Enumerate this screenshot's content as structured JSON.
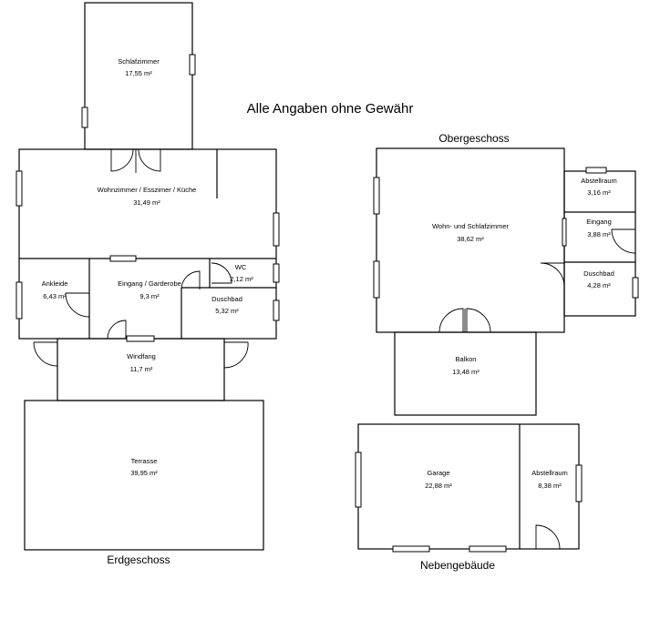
{
  "disclaimer": "Alle Angaben ohne Gewähr",
  "floors": {
    "ground": "Erdgeschoss",
    "upper": "Obergeschoss",
    "outbuilding": "Nebengebäude"
  },
  "rooms": {
    "schlafzimmer": {
      "name": "Schlafzimmer",
      "area": "17,55 m²"
    },
    "wohnzimmer": {
      "name": "Wohnzimmer / Esszimer / Küche",
      "area": "31,49 m²"
    },
    "ankleide": {
      "name": "Ankleide",
      "area": "6,43 m²"
    },
    "eingang_eg": {
      "name": "Eingang / Garderobe",
      "area": "9,3 m²"
    },
    "wc": {
      "name": "WC",
      "area": "2,12 m²"
    },
    "duschbad_eg": {
      "name": "Duschbad",
      "area": "5,32 m²"
    },
    "windfang": {
      "name": "Windfang",
      "area": "11,7 m²"
    },
    "terrasse": {
      "name": "Terrasse",
      "area": "39,95 m²"
    },
    "wohn_schlaf": {
      "name": "Wohn- und Schlafzimmer",
      "area": "38,62 m²"
    },
    "abstell_og": {
      "name": "Abstellraum",
      "area": "3,16 m²"
    },
    "eingang_og": {
      "name": "Eingang",
      "area": "3,88 m²"
    },
    "duschbad_og": {
      "name": "Duschbad",
      "area": "4,28 m²"
    },
    "balkon": {
      "name": "Balkon",
      "area": "13,48 m²"
    },
    "garage": {
      "name": "Garage",
      "area": "22,88 m²"
    },
    "abstell_nb": {
      "name": "Abstellraum",
      "area": "8,38 m²"
    }
  }
}
